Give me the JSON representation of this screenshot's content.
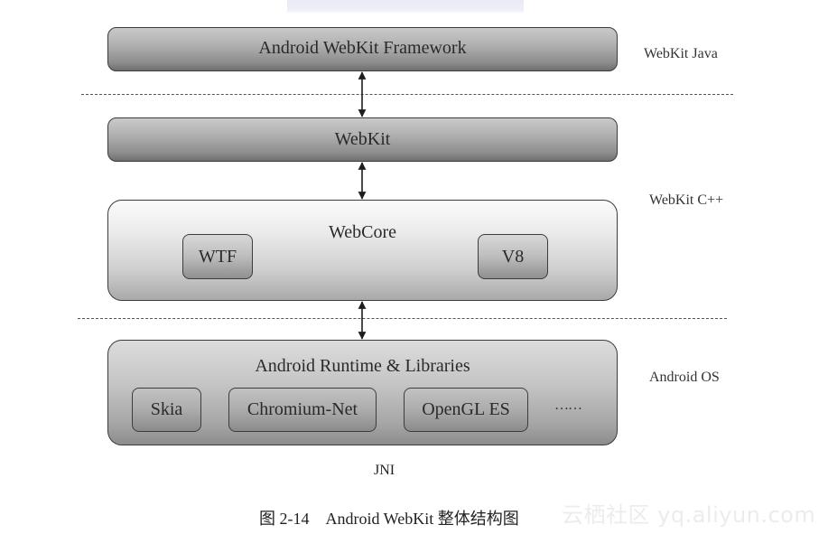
{
  "diagram": {
    "layers": [
      {
        "id": "webkit-java",
        "side_label": "WebKit Java",
        "boxes": [
          {
            "label": "Android WebKit Framework",
            "children": []
          }
        ]
      },
      {
        "id": "webkit-cpp",
        "side_label": "WebKit C++",
        "boxes": [
          {
            "label": "WebKit",
            "children": []
          },
          {
            "label": "WebCore",
            "children": [
              "WTF",
              "V8"
            ]
          }
        ]
      },
      {
        "id": "android-os",
        "side_label": "Android OS",
        "boxes": [
          {
            "label": "Android Runtime & Libraries",
            "children": [
              "Skia",
              "Chromium-Net",
              "OpenGL ES",
              "……"
            ]
          }
        ]
      }
    ],
    "connections": [
      {
        "from": "Android WebKit Framework",
        "to": "WebKit",
        "type": "bidirectional"
      },
      {
        "from": "WebKit",
        "to": "WebCore",
        "type": "bidirectional"
      },
      {
        "from": "WebCore",
        "to": "Android Runtime & Libraries",
        "type": "bidirectional"
      }
    ],
    "interface_label": "JNI",
    "caption": "图 2-14　Android WebKit 整体结构图",
    "watermark": "云栖社区 yq.aliyun.com"
  }
}
